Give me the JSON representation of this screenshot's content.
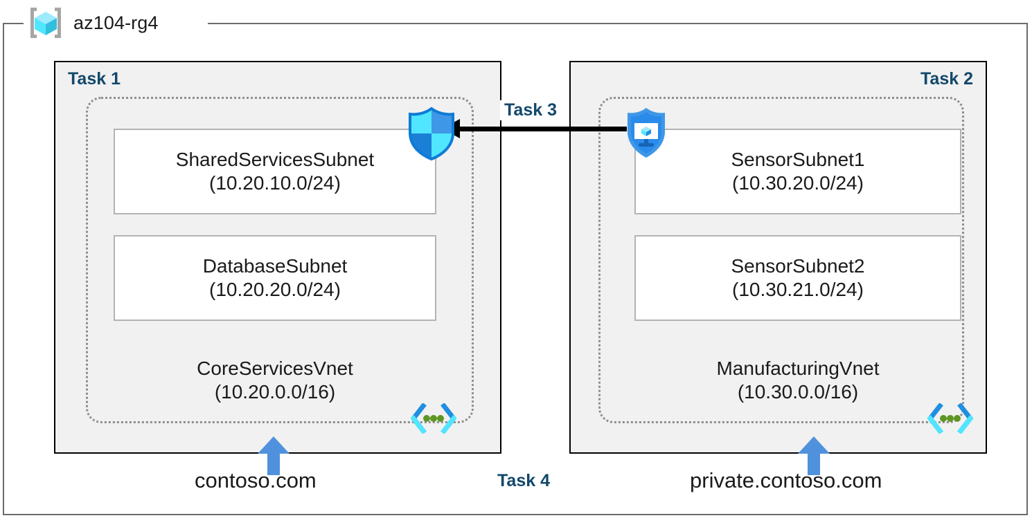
{
  "resource_group": {
    "name": "az104-rg4",
    "icon": "resource-group-cube-icon"
  },
  "tasks": {
    "task1_label": "Task 1",
    "task2_label": "Task 2",
    "task3_label": "Task 3",
    "task4_label": "Task 4"
  },
  "vnets": [
    {
      "id": "core",
      "name": "CoreServicesVnet",
      "cidr": "(10.20.0.0/16)",
      "icon": "virtual-network-icon",
      "subnets": [
        {
          "name": "SharedServicesSubnet",
          "cidr": "(10.20.10.0/24)"
        },
        {
          "name": "DatabaseSubnet",
          "cidr": "(10.20.20.0/24)"
        }
      ]
    },
    {
      "id": "manufacturing",
      "name": "ManufacturingVnet",
      "cidr": "(10.30.0.0/16)",
      "icon": "virtual-network-icon",
      "subnets": [
        {
          "name": "SensorSubnet1",
          "cidr": "(10.30.20.0/24)"
        },
        {
          "name": "SensorSubnet2",
          "cidr": "(10.30.21.0/24)"
        }
      ]
    }
  ],
  "icons": {
    "shield": "security-shield-icon",
    "bastion": "bastion-protected-vm-icon",
    "peering_arrow": "peering-arrow-icon",
    "dns_arrow_left": "dns-link-arrow-icon",
    "dns_arrow_right": "dns-link-arrow-icon"
  },
  "dns_zones": [
    {
      "name": "contoso.com"
    },
    {
      "name": "private.contoso.com"
    }
  ],
  "colors": {
    "task_label": "#12486b",
    "panel_fill": "#f1f1f1",
    "panel_border": "#000000",
    "vnet_border": "#8e8e8e",
    "subnet_border": "#b3b3b3",
    "azure_cyan": "#50e6ff",
    "azure_blue": "#0078d4",
    "arrow_blue": "#4f91dd",
    "dot_green": "#5e9624",
    "frame_gray": "#6b6b6b"
  }
}
